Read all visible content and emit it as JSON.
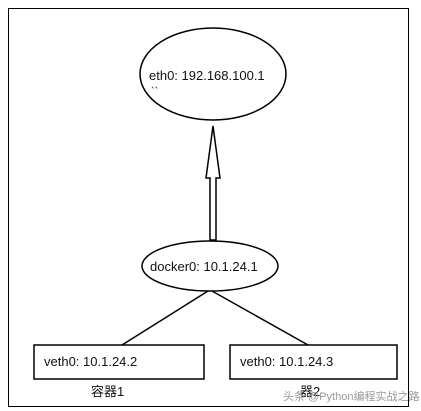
{
  "nodes": {
    "host": {
      "label": "eth0: 192.168.100.1",
      "note": "``"
    },
    "bridge": {
      "label": "docker0: 10.1.24.1"
    },
    "veth_left": {
      "label": "veth0: 10.1.24.2",
      "caption": "容器1"
    },
    "veth_right": {
      "label": "veth0: 10.1.24.3",
      "caption": "器2"
    }
  },
  "watermark": {
    "text": "头条 @Python编程实战之路"
  }
}
